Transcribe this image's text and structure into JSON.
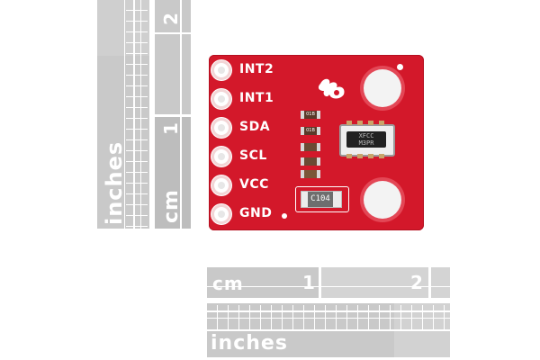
{
  "vertical_ruler": {
    "inches_label": "inches",
    "cm_label": "cm",
    "mark_cm_1": "1",
    "mark_cm_2": "2",
    "colors": {
      "bar": "#c8c8c8",
      "dark": "#b4b4b4",
      "tick": "#ffffff"
    }
  },
  "horizontal_ruler": {
    "cm_label": "cm",
    "inches_label": "inches",
    "mark_cm_1": "1",
    "mark_cm_2": "2"
  },
  "board": {
    "color": "#d3182a",
    "pins": [
      "INT2",
      "INT1",
      "SDA",
      "SCL",
      "VCC",
      "GND"
    ],
    "chip_text_line1": "XFCC",
    "chip_text_line2": "M3PR",
    "capacitor_label": "C104",
    "resistor_code": "01B"
  }
}
